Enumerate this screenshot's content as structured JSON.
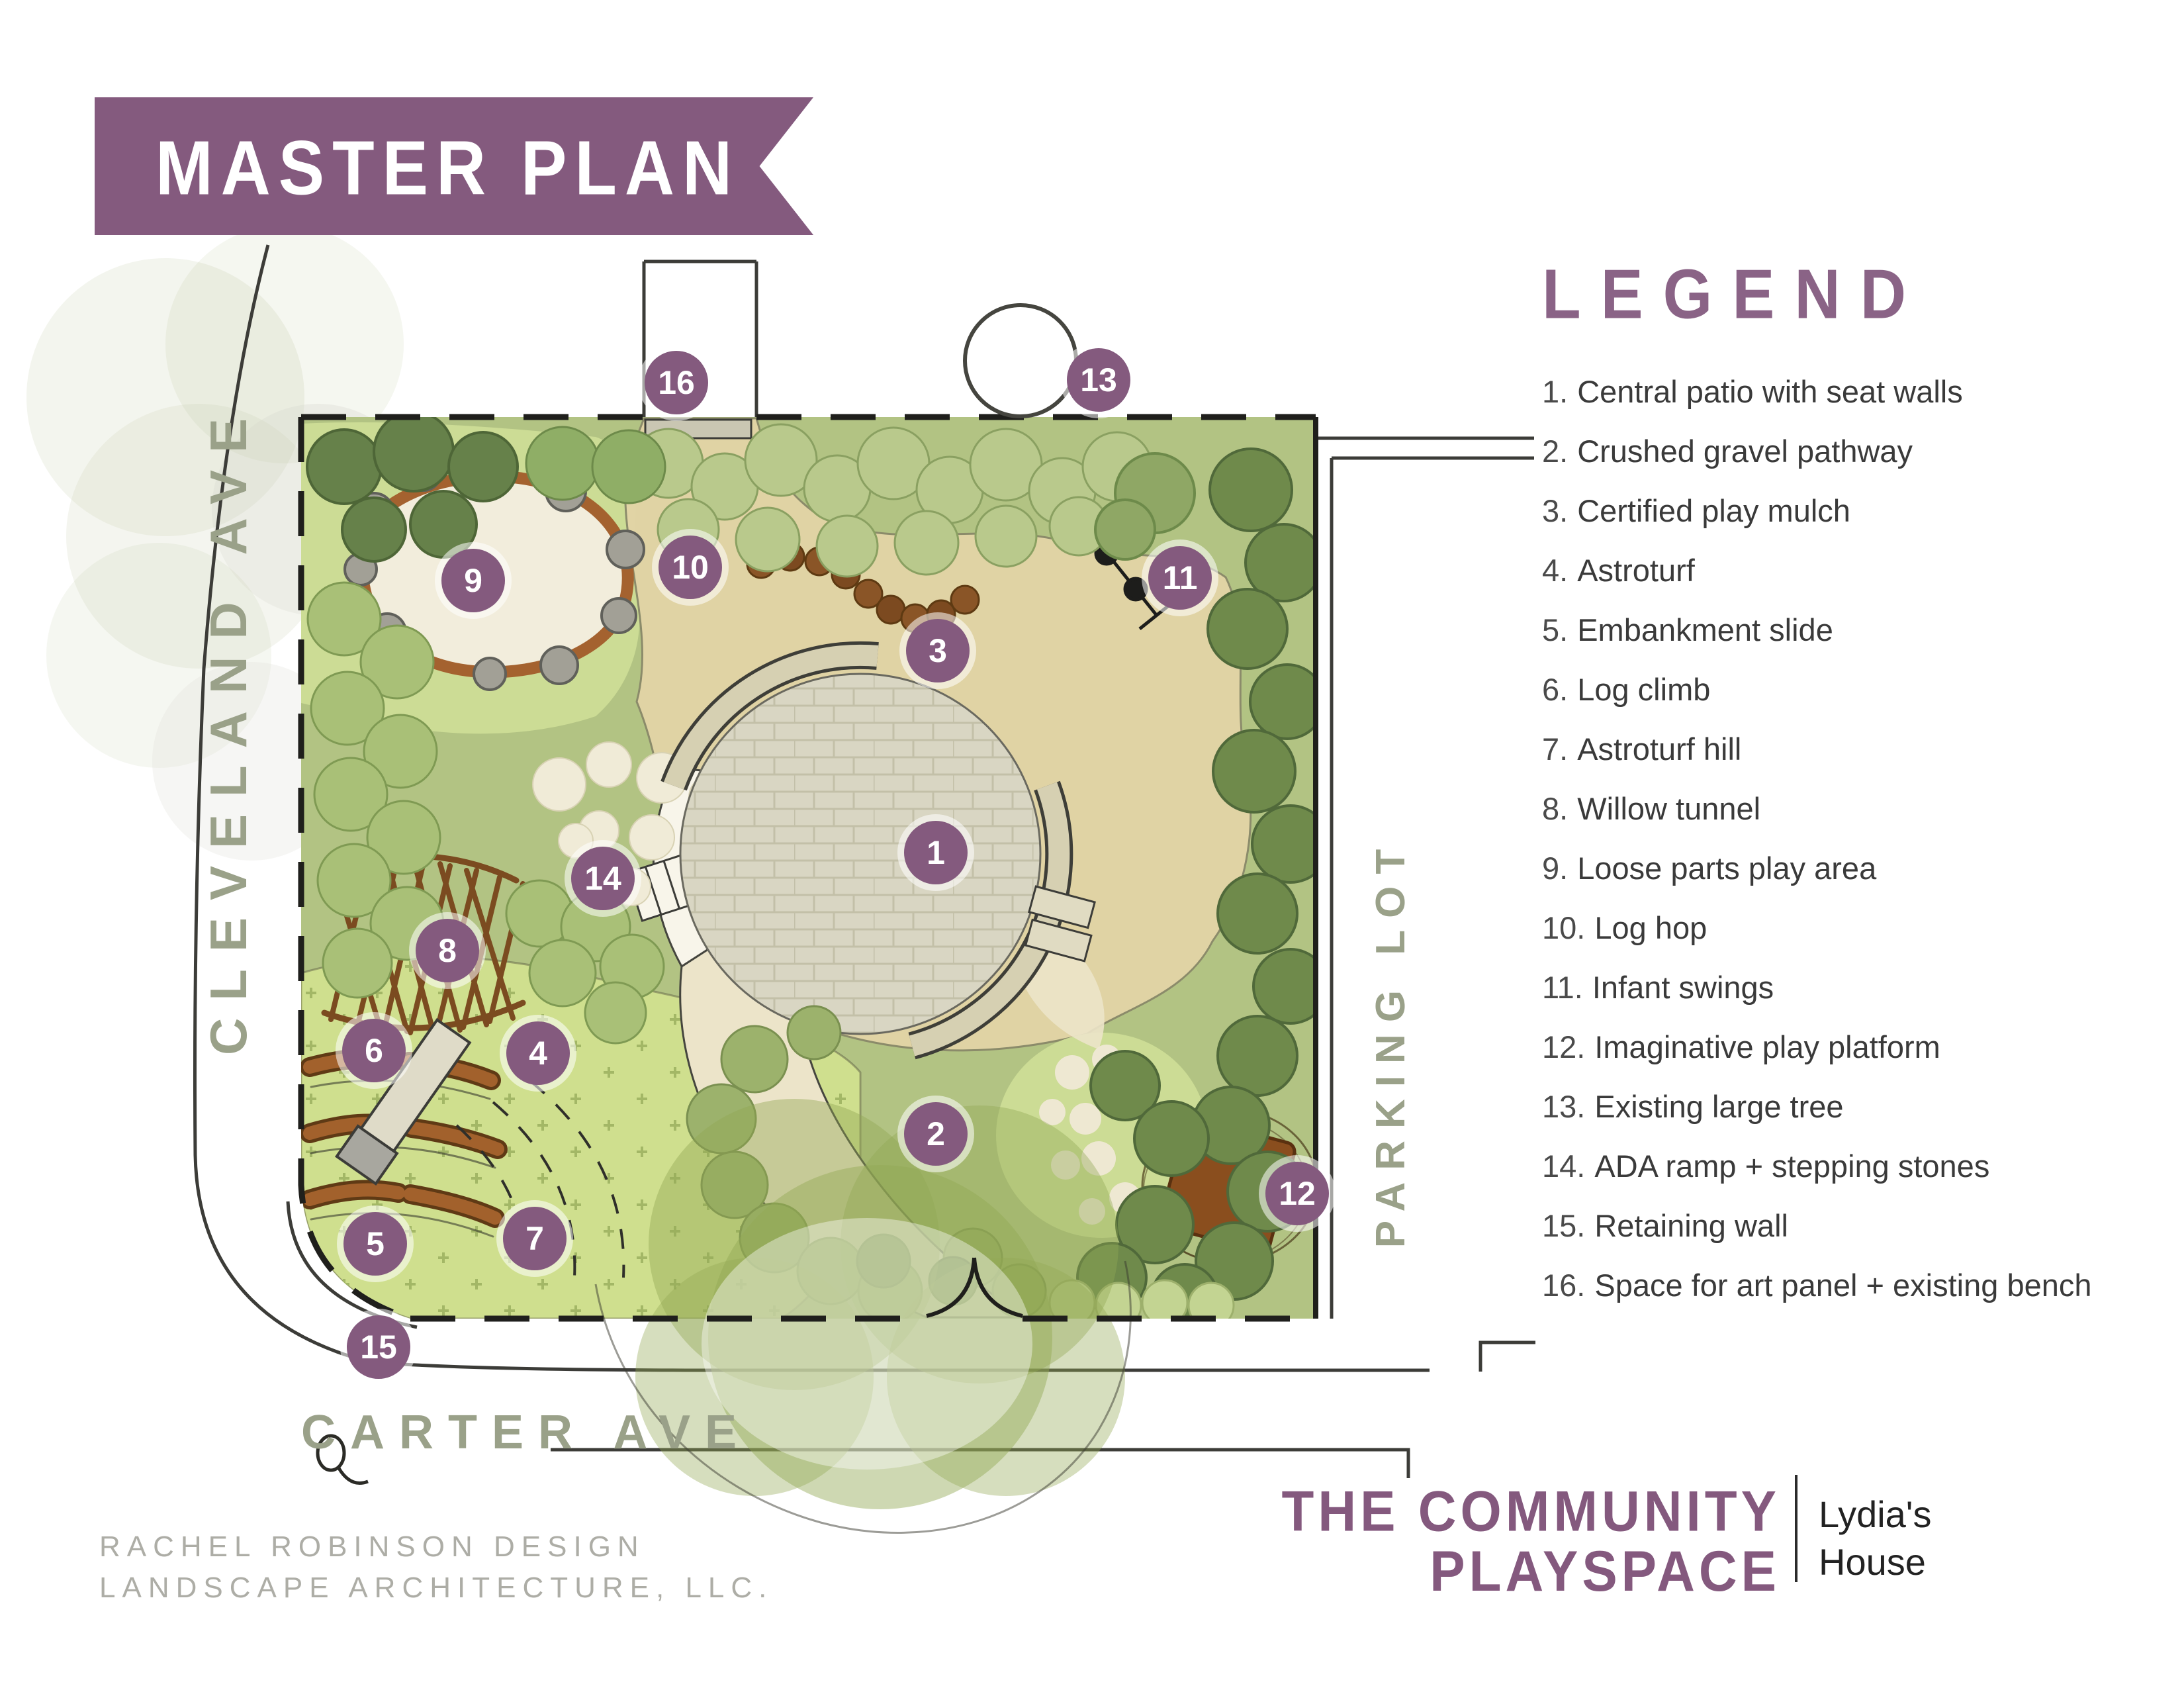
{
  "banner": {
    "title": "MASTER PLAN"
  },
  "legend": {
    "title": "LEGEND",
    "items": [
      {
        "num": "1.",
        "label": "Central patio with seat walls"
      },
      {
        "num": "2.",
        "label": "Crushed gravel pathway"
      },
      {
        "num": "3.",
        "label": "Certified play mulch"
      },
      {
        "num": "4.",
        "label": "Astroturf"
      },
      {
        "num": "5.",
        "label": "Embankment slide"
      },
      {
        "num": "6.",
        "label": "Log climb"
      },
      {
        "num": "7.",
        "label": "Astroturf hill"
      },
      {
        "num": "8.",
        "label": "Willow tunnel"
      },
      {
        "num": "9.",
        "label": "Loose parts play area"
      },
      {
        "num": "10.",
        "label": "Log hop"
      },
      {
        "num": "11.",
        "label": "Infant swings"
      },
      {
        "num": "12.",
        "label": "Imaginative play platform"
      },
      {
        "num": "13.",
        "label": "Existing large tree"
      },
      {
        "num": "14.",
        "label": "ADA ramp + stepping stones"
      },
      {
        "num": "15.",
        "label": "Retaining wall"
      },
      {
        "num": "16.",
        "label": "Space for art panel + existing bench"
      }
    ]
  },
  "plan": {
    "street_labels": {
      "left": "CLEVELAND AVE",
      "bottom": "CARTER AVE",
      "right": "PARKING LOT"
    },
    "markers": [
      {
        "n": "1"
      },
      {
        "n": "2"
      },
      {
        "n": "3"
      },
      {
        "n": "4"
      },
      {
        "n": "5"
      },
      {
        "n": "6"
      },
      {
        "n": "7"
      },
      {
        "n": "8"
      },
      {
        "n": "9"
      },
      {
        "n": "10"
      },
      {
        "n": "11"
      },
      {
        "n": "12"
      },
      {
        "n": "13"
      },
      {
        "n": "14"
      },
      {
        "n": "15"
      },
      {
        "n": "16"
      }
    ],
    "symbols": {
      "existing_large_tree": "open-circle-outline",
      "infant_swings": "diagonal-line-with-two-dots",
      "entry_gate": "double-arc",
      "hydrant": "small-circle-with-hook",
      "bench": "gray-rectangle"
    }
  },
  "footer": {
    "credit_line1": "RACHEL ROBINSON DESIGN",
    "credit_line2": "LANDSCAPE ARCHITECTURE, LLC.",
    "brand_line1": "THE COMMUNITY",
    "brand_line2": "PLAYSPACE",
    "partner_line1": "Lydia's",
    "partner_line2": "House"
  },
  "colors": {
    "banner_purple": "#845a7e",
    "legend_purple": "#8a6386",
    "marker_purple": "#845a7e",
    "street_label_olive": "#9aa189",
    "play_mulch_tan": "#e2d4a6",
    "astroturf_green": "#cfdf8e",
    "lawn_green": "#ccdc95",
    "base_green": "#b2c383",
    "gravel_cream": "#ece4c9",
    "patio_gray": "#d9d6c3",
    "log_brown": "#9c5c28",
    "platform_brown": "#8a4e1e",
    "rock_gray": "#a2a096",
    "credit_gray": "#adada6",
    "text_dark": "#3a3a3a"
  }
}
